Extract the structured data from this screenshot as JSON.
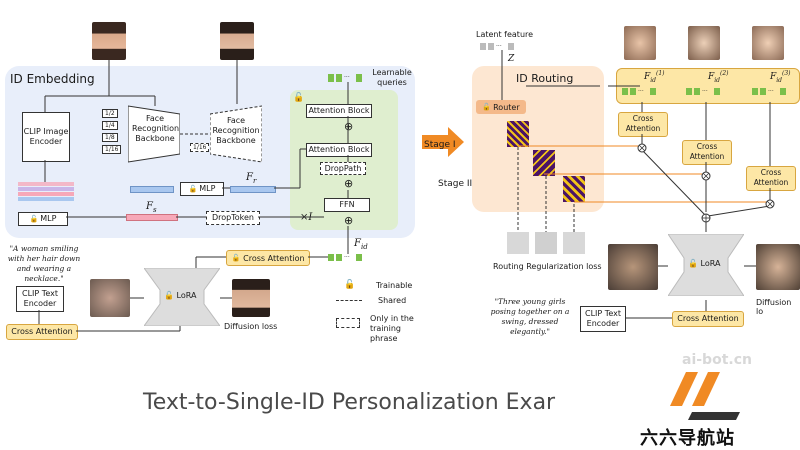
{
  "left": {
    "title": "ID Embedding",
    "clip_image_encoder": "CLIP Image Encoder",
    "face_backbone_1": "Face Recognition Backbone",
    "face_backbone_2": "Face Recognition Backbone",
    "scales": [
      "1/2",
      "1/4",
      "1/8",
      "1/16"
    ],
    "scale_shared": "1/16",
    "mlp_1": "MLP",
    "mlp_2": "MLP",
    "fr_label": "F",
    "fr_sub": "r",
    "fs_label": "F",
    "fs_sub": "s",
    "droptoken": "DropToken",
    "learnable_queries": "Learnable queries",
    "attention_block_1": "Attention Block",
    "attention_block_2": "Attention Block",
    "droppath": "DropPath",
    "ffn": "FFN",
    "repeat": "×I",
    "fid_label": "F",
    "fid_sub": "id",
    "cross_attention": "Cross Attention",
    "prompt": "\"A woman smiling with her hair down and wearing a necklace.\"",
    "clip_text_encoder": "CLIP Text Encoder",
    "cross_attention_2": "Cross Attention",
    "lora": "LoRA",
    "diffusion_loss": "Diffusion loss"
  },
  "legend": {
    "trainable": "Trainable",
    "shared": "Shared",
    "training_only": "Only in the training phrase"
  },
  "stages": {
    "stage1": "Stage I",
    "stage2": "Stage II"
  },
  "right": {
    "latent_feature": "Latent feature",
    "z": "Z",
    "title": "ID Routing",
    "router": "Router",
    "fid": [
      "F",
      "F",
      "F"
    ],
    "fid_sub": "id",
    "fid_sup": [
      "(1)",
      "(2)",
      "(3)"
    ],
    "cross_attention": [
      "Cross Attention",
      "Cross Attention",
      "Cross Attention",
      "Cross Attention"
    ],
    "routing_loss": "Routing Regularization loss",
    "lora": "LoRA",
    "diffusion_loss": "Diffusion lo",
    "prompt": "\"Three young girls posing together on a swing, dressed elegantly.\"",
    "clip_text_encoder": "CLIP Text Encoder"
  },
  "caption": "Text-to-Single-ID Personalization Exar",
  "watermark": "ai-bot.cn",
  "logo_text": "六六导航站",
  "colors": {
    "panel_blue": "#e8eefa",
    "panel_green": "#dfeecf",
    "panel_orange": "#fde7d2",
    "accent_yellow": "#fde7a6",
    "arrow_orange": "#f08a24",
    "bar_green": "#7bbf4a",
    "bar_pink": "#f7a8b8",
    "bar_blue": "#8ab4e8"
  }
}
